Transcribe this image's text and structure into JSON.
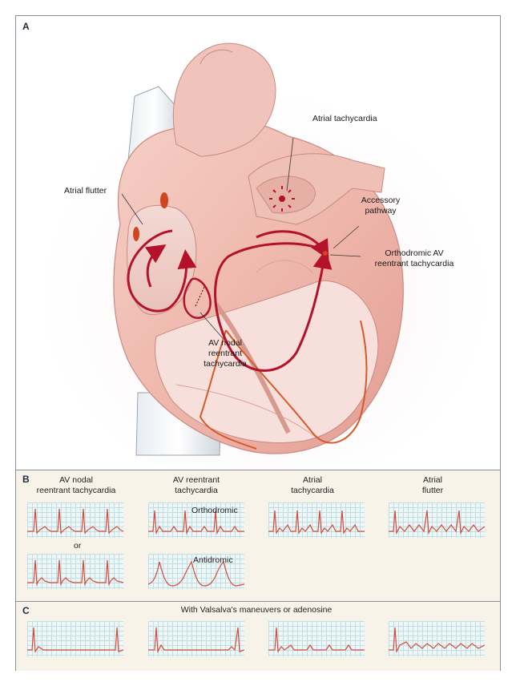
{
  "panels": {
    "a": "A",
    "b": "B",
    "c": "C"
  },
  "heart_labels": {
    "atrial_flutter": "Atrial flutter",
    "atrial_tachycardia": "Atrial tachycardia",
    "accessory_pathway_1": "Accessory",
    "accessory_pathway_2": "pathway",
    "orthodromic_1": "Orthodromic AV",
    "orthodromic_2": "reentrant tachycardia",
    "avnrt_1": "AV nodal",
    "avnrt_2": "reentrant",
    "avnrt_3": "tachycardia"
  },
  "panel_b": {
    "col1_line1": "AV nodal",
    "col1_line2": "reentrant tachycardia",
    "col2_line1": "AV reentrant",
    "col2_line2": "tachycardia",
    "col3_line1": "Atrial",
    "col3_line2": "tachycardia",
    "col4_line1": "Atrial",
    "col4_line2": "flutter",
    "or": "or",
    "orthodromic": "Orthodromic",
    "antidromic": "Antidromic"
  },
  "panel_c": {
    "title": "With Valsalva's maneuvers or adenosine"
  },
  "colors": {
    "ecg_trace": "#d64a3a",
    "grid": "#bfe0e3",
    "reentry_arrow": "#b3122a",
    "panel_bg": "#f7f3e8"
  }
}
